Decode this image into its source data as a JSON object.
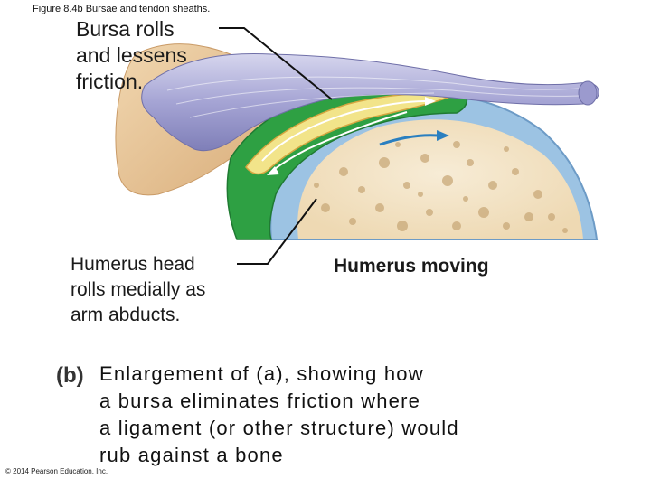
{
  "figure_title": "Figure 8.4b  Bursae and tendon sheaths.",
  "labels": {
    "bursa": "Bursa rolls\nand lessens\nfriction.",
    "humerus_head": "Humerus head\nrolls medially as\narm abducts.",
    "humerus_moving": "Humerus moving"
  },
  "panel_letter": "(b)",
  "caption": "Enlargement of (a), showing how\na bursa eliminates friction where\na ligament (or other structure) would\nrub against a bone",
  "copyright": "© 2014 Pearson Education, Inc.",
  "colors": {
    "bone_blue": "#9cc3e3",
    "bone_spongy": "#f3e4c8",
    "bursa_green": "#2ea043",
    "bursa_fill": "#f2e48a",
    "ligament_purple": "#a7a6d6",
    "arrow_blue": "#2a7fc0",
    "scapula_tan": "#e6c49a"
  }
}
